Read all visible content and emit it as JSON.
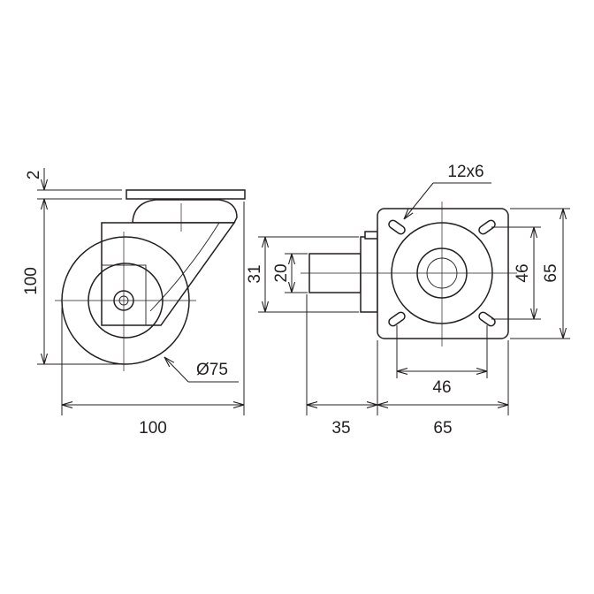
{
  "side_view": {
    "dim_plate_thickness": "2",
    "dim_height": "100",
    "dim_width": "100",
    "dim_wheel_diameter": "Ø75"
  },
  "top_view": {
    "dim_holes": "12x6",
    "dim_stem_outer": "31",
    "dim_stem_inner": "20",
    "dim_hole_spacing_vertical": "46",
    "dim_plate_vertical": "65",
    "dim_hole_spacing_horizontal": "46",
    "dim_offset": "35",
    "dim_plate_horizontal": "65"
  }
}
